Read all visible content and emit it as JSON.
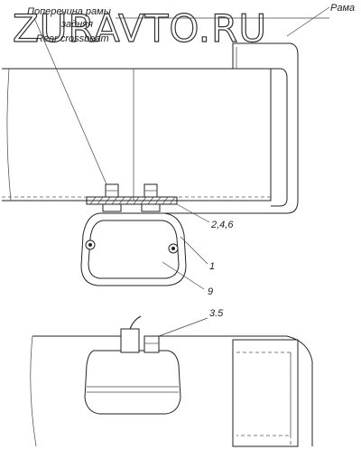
{
  "watermark": "ZURAVTO.RU",
  "labels": {
    "crossbeam_ru_1": "Поперечина рамы",
    "crossbeam_ru_2": "задняя",
    "crossbeam_en": "Rear crossbeam",
    "frame_ru": "Рама",
    "callout_246": "2,4,6",
    "callout_1": "1",
    "callout_9": "9",
    "callout_35": "3.5"
  }
}
